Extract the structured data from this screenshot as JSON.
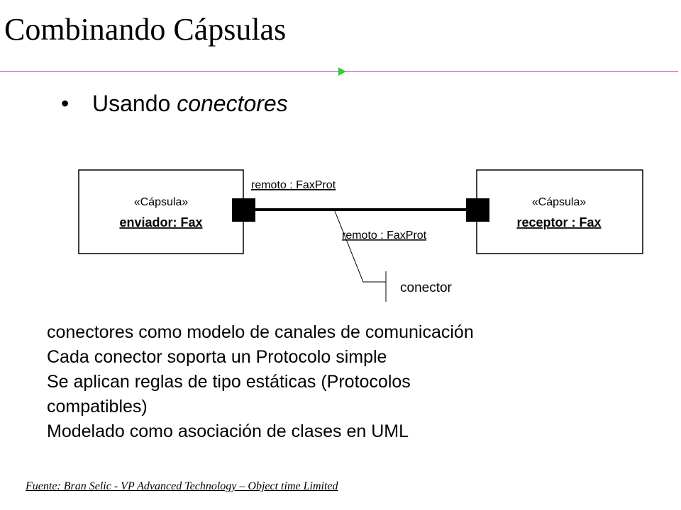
{
  "slide": {
    "title": "Combinando Cápsulas",
    "bullet": {
      "marker": "•",
      "text_plain": "Usando ",
      "text_italic": "conectores"
    },
    "diagram": {
      "left_capsule": {
        "stereotype": "«Cápsula»",
        "name": "enviador: Fax"
      },
      "right_capsule": {
        "stereotype": "«Cápsula»",
        "name": "receptor : Fax"
      },
      "top_port_label": "remoto : FaxProt",
      "bottom_port_label": "remoto : FaxProt",
      "connector_note": "conector"
    },
    "body_lines": [
      "conectores como modelo de canales de comunicación",
      "Cada conector soporta un Protocolo simple",
      "Se aplican reglas de tipo estáticas (Protocolos",
      "compatibles)",
      "Modelado como asociación de clases en UML"
    ],
    "footer": "Fuente: Bran Selic - VP Advanced Technology – Object time Limited"
  },
  "colors": {
    "rule": "#cc33cc",
    "arrow": "#33cc33",
    "ink": "#000000"
  }
}
